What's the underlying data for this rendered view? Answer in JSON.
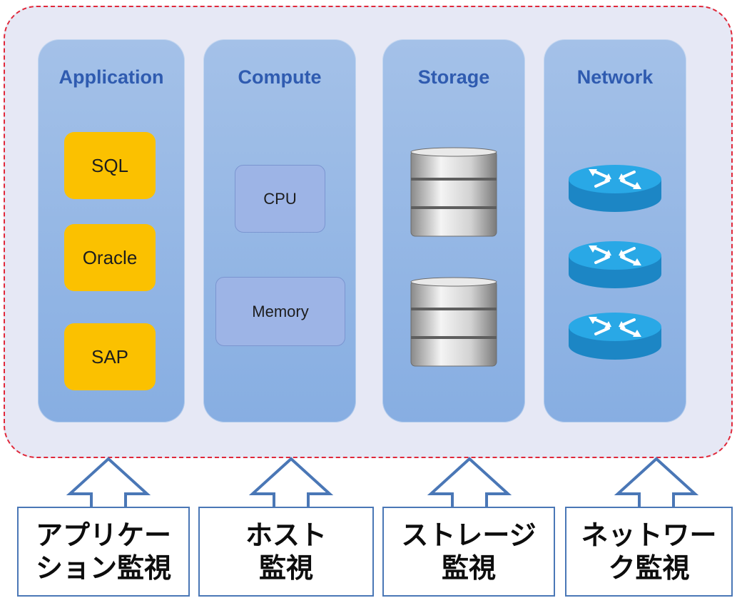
{
  "columns": [
    {
      "title": "Application",
      "items": [
        "SQL",
        "Oracle",
        "SAP"
      ]
    },
    {
      "title": "Compute",
      "items": [
        "CPU",
        "Memory"
      ]
    },
    {
      "title": "Storage",
      "icons": [
        "database-icon",
        "database-icon"
      ]
    },
    {
      "title": "Network",
      "icons": [
        "router-icon",
        "router-icon",
        "router-icon"
      ]
    }
  ],
  "monitoring_labels": [
    "アプリケー\nション監視",
    "ホスト\n監視",
    "ストレージ\n監視",
    "ネットワー\nク監視"
  ],
  "colors": {
    "border_dashed": "#e0283a",
    "column_fill": "#94b6e5",
    "column_title": "#2f5bb0",
    "app_box": "#fbc100",
    "compute_box": "#9db4e6",
    "arrow_stroke": "#4a77b6",
    "router_body": "#1f9ad6"
  }
}
